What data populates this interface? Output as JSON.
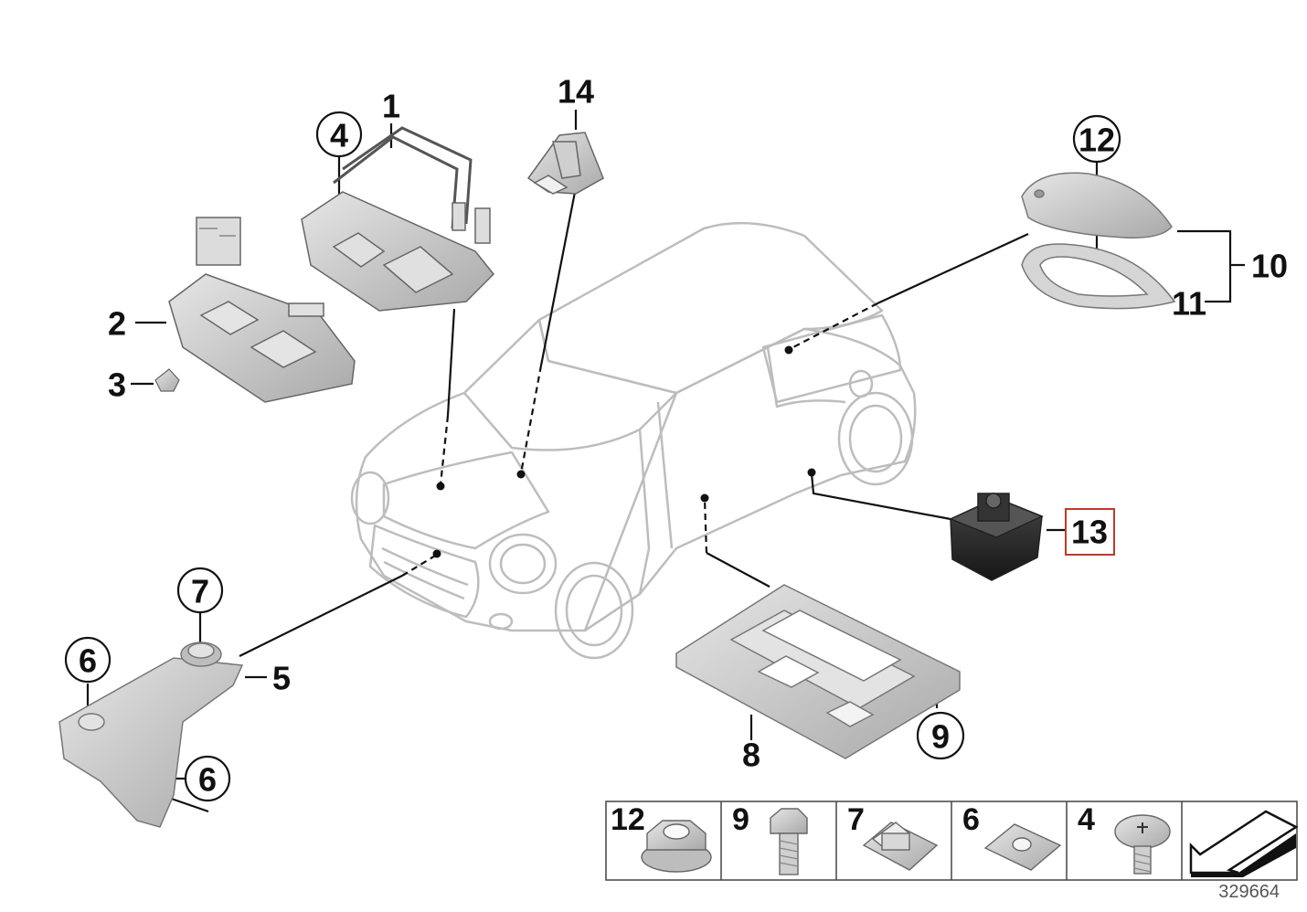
{
  "diagram": {
    "callouts": [
      {
        "id": "c1",
        "text": "1"
      },
      {
        "id": "c2",
        "text": "2"
      },
      {
        "id": "c3",
        "text": "3"
      },
      {
        "id": "c4",
        "text": "4"
      },
      {
        "id": "c5",
        "text": "5"
      },
      {
        "id": "c6a",
        "text": "6"
      },
      {
        "id": "c6b",
        "text": "6"
      },
      {
        "id": "c7",
        "text": "7"
      },
      {
        "id": "c8",
        "text": "8"
      },
      {
        "id": "c9",
        "text": "9"
      },
      {
        "id": "c10",
        "text": "10"
      },
      {
        "id": "c11",
        "text": "11"
      },
      {
        "id": "c12",
        "text": "12"
      },
      {
        "id": "c13",
        "text": "13"
      },
      {
        "id": "c14",
        "text": "14"
      }
    ],
    "legend_strip": [
      {
        "label": "12",
        "part": "flange-nut"
      },
      {
        "label": "9",
        "part": "hex-bolt"
      },
      {
        "label": "7",
        "part": "spring-clip"
      },
      {
        "label": "6",
        "part": "speed-nut"
      },
      {
        "label": "4",
        "part": "torx-screw"
      }
    ],
    "diagram_number": "329664",
    "highlight_color": "#c0392b",
    "line_color": "#111111",
    "car_outline_color": "#bdbdbd",
    "part_fill_color": "#c9c9c9"
  }
}
